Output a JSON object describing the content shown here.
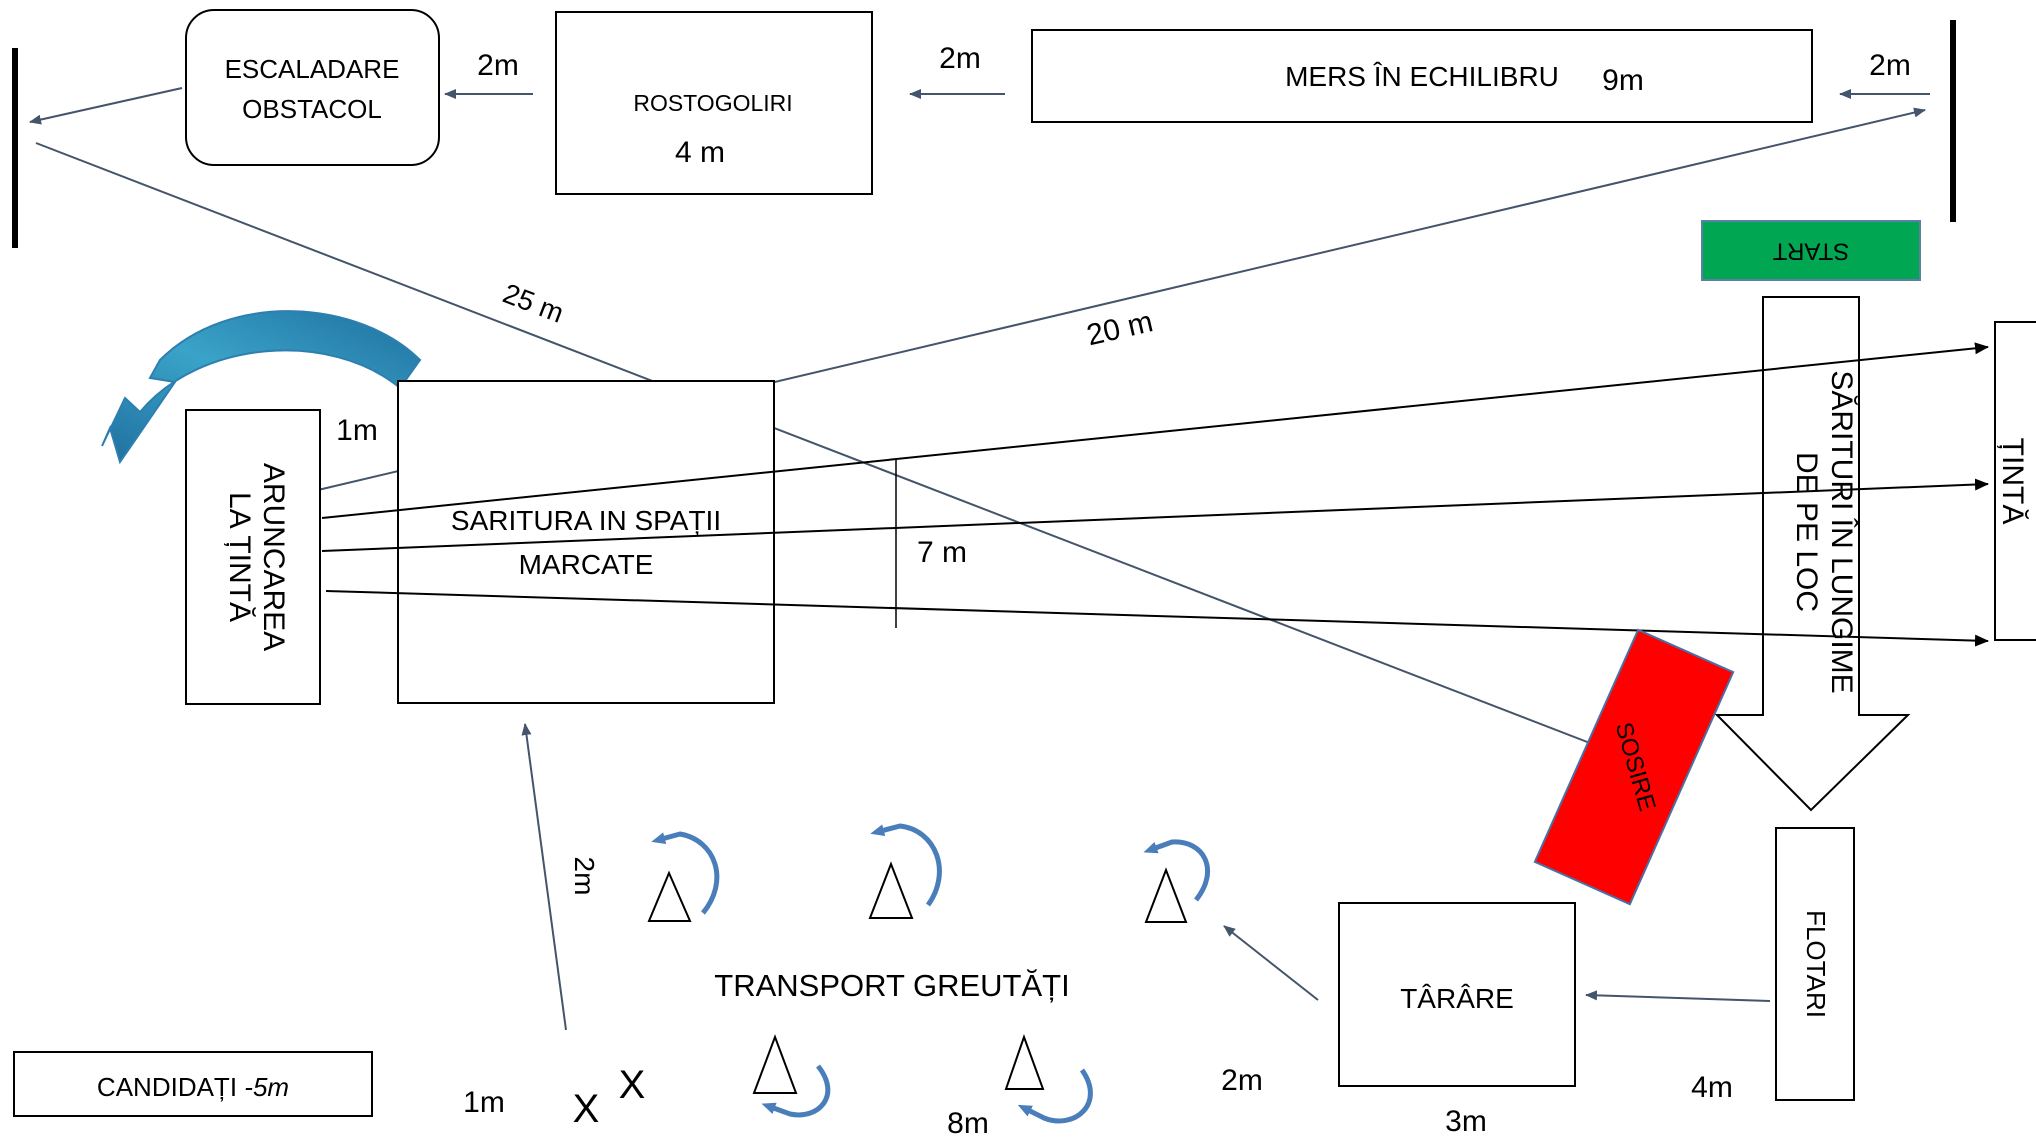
{
  "stations": {
    "escalade_line1": "ESCALADARE",
    "escalade_line2": "OBSTACOL",
    "rostogoliri": "ROSTOGOLIRI",
    "rostogoliri_dist": "4 m",
    "mers": "MERS ÎN ECHILIBRU",
    "mers_dist": "9m",
    "start": "START",
    "sarituri_line1": "SĂRITURI ÎN LUNGIME",
    "sarituri_line2": "DE PE LOC",
    "tinta": "ȚINTĂ",
    "aruncarea_line1": "ARUNCAREA",
    "aruncarea_line2": "LA ȚINTĂ",
    "saritura_line1": "SARITURA IN SPAȚII",
    "saritura_line2": "MARCATE",
    "sosire": "SOSIRE",
    "flotari": "FLOTARI",
    "tarare": "TÂRÂRE",
    "transport": "TRANSPORT GREUTĂȚI",
    "candidati": "CANDIDAȚI",
    "candidati_dist": "-5m"
  },
  "distances": {
    "d_escalade_rosto": "2m",
    "d_rosto_mers": "2m",
    "d_mers_start": "2m",
    "d_25": "25 m",
    "d_20": "20 m",
    "d_1m_top": "1m",
    "d_7m": "7 m",
    "d_2m_vert": "2m",
    "d_1m_bottom": "1m",
    "d_8m": "8m",
    "d_2m_bottom": "2m",
    "d_3m": "3m",
    "d_4m": "4m"
  },
  "markers": {
    "x1": "X",
    "x2": "X"
  },
  "colors": {
    "start_fill": "#00a651",
    "sosire_fill": "#ff0000",
    "arrow_blue": "#44546a",
    "curve_blue": "#4a7ebb",
    "box_stroke": "#000000"
  }
}
